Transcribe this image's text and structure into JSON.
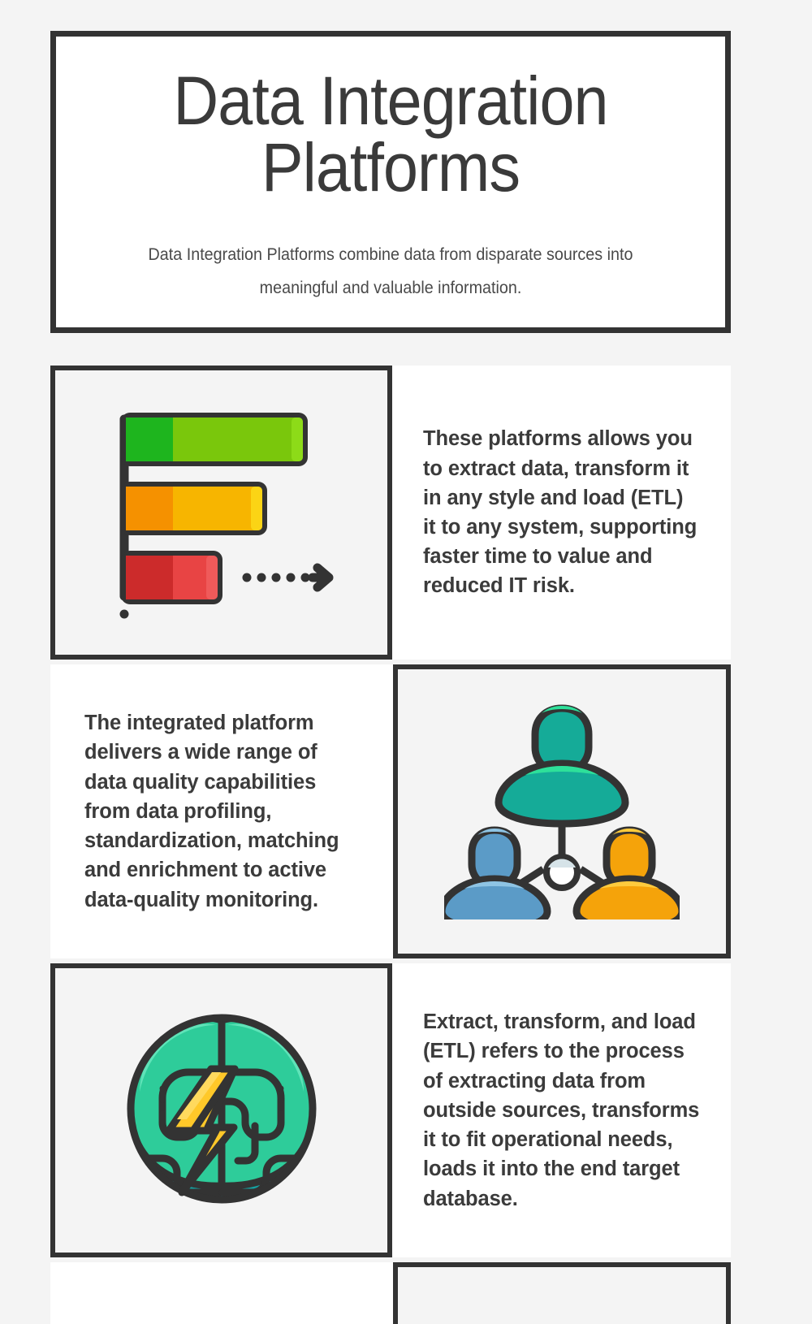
{
  "header": {
    "title_line1": "Data Integration",
    "title_line2": "Platforms",
    "subtitle": "Data Integration Platforms combine data from disparate sources into meaningful and valuable information."
  },
  "sections": [
    {
      "icon": "bar-chart-icon",
      "icon_side": "left",
      "text": "These platforms allows you to extract data, transform it in any style and load (ETL) it to any system, supporting faster time to value and reduced IT risk."
    },
    {
      "icon": "people-network-icon",
      "icon_side": "right",
      "text": "The integrated platform delivers a wide range of data quality capabilities from data profiling, standardization, matching and enrichment to active data-quality monitoring."
    },
    {
      "icon": "brain-lightning-icon",
      "icon_side": "left",
      "text": "Extract, transform, and load (ETL) refers to the process of extracting data from outside sources, transforms it to fit operational needs, loads it into the end target database."
    }
  ],
  "colors": {
    "page_background": "#f4f4f4",
    "card_background": "#ffffff",
    "border": "#333333",
    "title_text": "#3a3a3a",
    "body_text": "#3b3b3b",
    "bar_green_dark": "#1eb51e",
    "bar_green_light": "#7ac70c",
    "bar_orange_dark": "#f59100",
    "bar_orange_light": "#f7b500",
    "bar_red_dark": "#cc2b2b",
    "bar_red_light": "#e84444",
    "person_teal": "#15ab98",
    "person_blue": "#5b9bc7",
    "person_orange": "#f5a30a",
    "brain_green": "#2ecc9a",
    "brain_teal": "#14a2a2",
    "bolt_yellow": "#ffc829"
  }
}
